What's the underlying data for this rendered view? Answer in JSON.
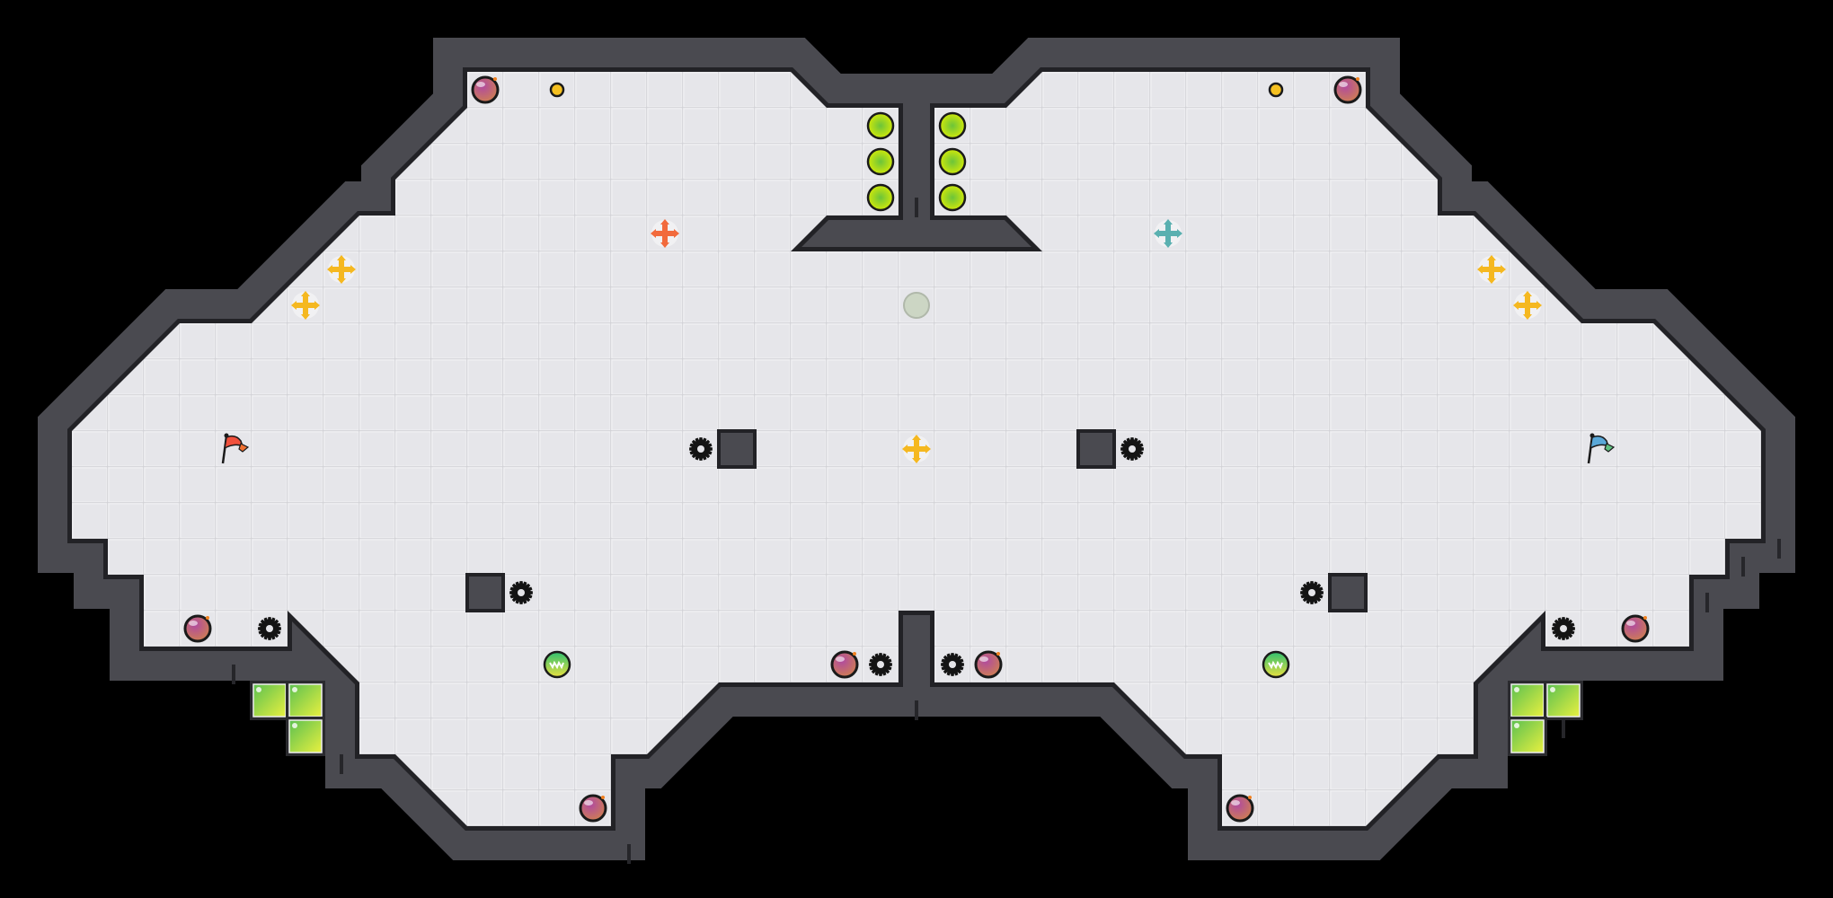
{
  "map": {
    "teams": [
      "red",
      "blue"
    ],
    "colors": {
      "background": "#000000",
      "wall": "#4a4a50",
      "wall_edge": "#222226",
      "floor": "#e4e4e8",
      "grid_line": "#d0d0d5",
      "red_team": "#f0503c",
      "blue_team": "#5aa8d8",
      "boost": "#f5b820",
      "red_boost": "#f26a3c",
      "blue_boost": "#5ab0b0",
      "bomb": "#9a4a90",
      "orb": "#c8e020",
      "gate": "#8acc40"
    },
    "item_types": [
      "bomb",
      "coin",
      "orb",
      "red-boost",
      "blue-boost",
      "boost",
      "portal",
      "spike",
      "powerup",
      "red-flag",
      "blue-flag",
      "gate-tile",
      "wall-block"
    ]
  }
}
